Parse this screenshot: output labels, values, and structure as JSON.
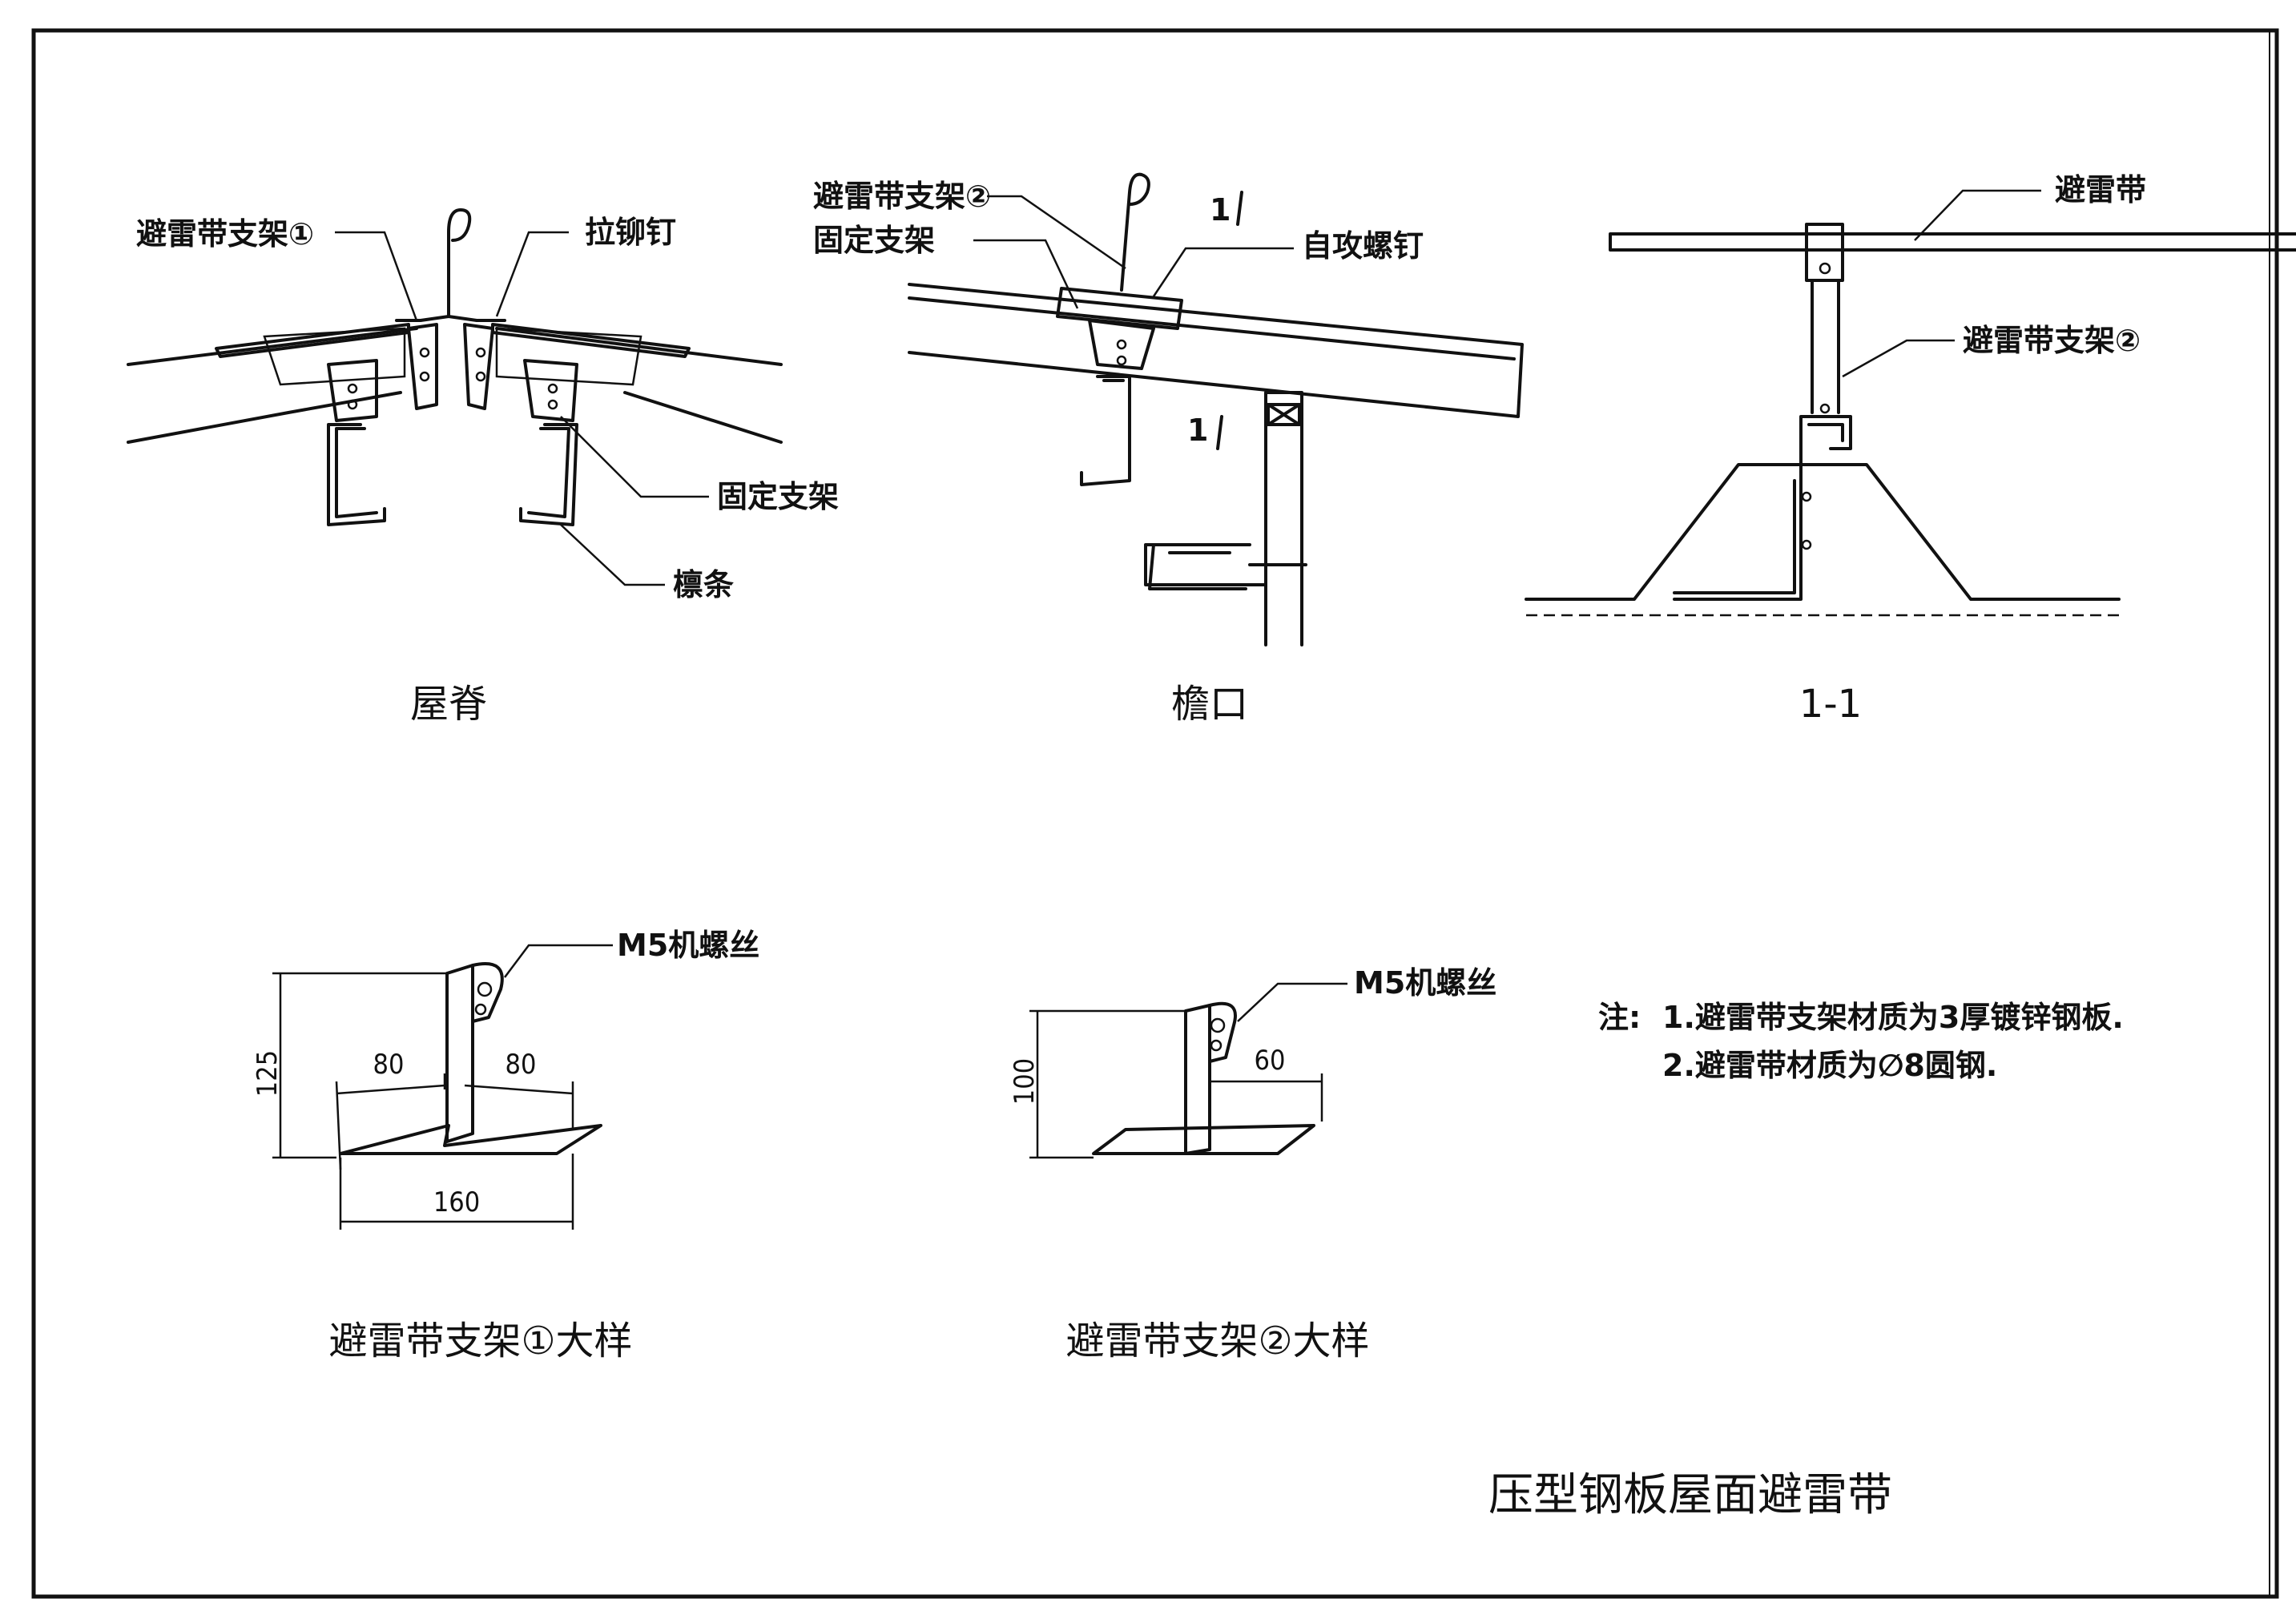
{
  "title": "压型钢板屋面避雷带",
  "views": {
    "ridge": {
      "caption": "屋脊",
      "labels": {
        "support1": "避雷带支架①",
        "rivet": "拉铆钉",
        "fixing_bracket": "固定支架",
        "purlin": "檩条"
      }
    },
    "eave": {
      "caption": "檐口",
      "labels": {
        "support2": "避雷带支架②",
        "fixing_bracket": "固定支架",
        "screw": "自攻螺钉",
        "section_mark_top": "1",
        "section_mark_bottom": "1"
      }
    },
    "section": {
      "caption": "1-1",
      "labels": {
        "lightning_strip": "避雷带",
        "support2": "避雷带支架②"
      }
    },
    "detail1": {
      "caption": "避雷带支架①大样",
      "screw_label": "M5机螺丝",
      "dims": {
        "height": "125",
        "left": "80",
        "right": "80",
        "total": "160"
      }
    },
    "detail2": {
      "caption": "避雷带支架②大样",
      "screw_label": "M5机螺丝",
      "dims": {
        "height": "100",
        "right": "60"
      }
    }
  },
  "notes": {
    "prefix": "注:",
    "items": [
      "1.避雷带支架材质为3厚镀锌钢板.",
      "2.避雷带材质为∅8圆钢."
    ]
  }
}
